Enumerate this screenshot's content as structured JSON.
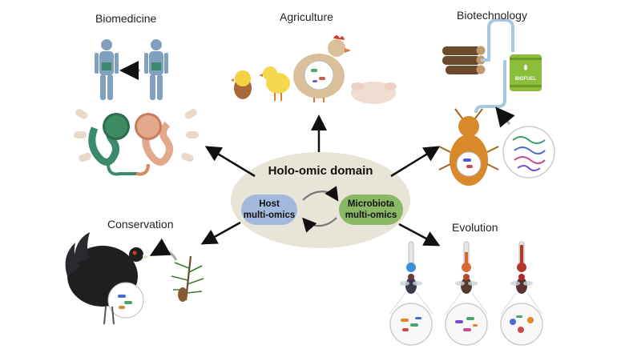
{
  "center": {
    "title": "Holo-omic domain",
    "host": [
      "Host",
      "multi-omics"
    ],
    "microbiota": [
      "Microbiota",
      "multi-omics"
    ]
  },
  "domains": {
    "biomedicine": "Biomedicine",
    "agriculture": "Agriculture",
    "biotechnology": "Biotechnology",
    "conservation": "Conservation",
    "evolution": "Evolution"
  },
  "biofuel_label": "BIOFUEL",
  "colors": {
    "ellipse": "#e9e4d8",
    "host_pill": "#a3b8dd",
    "microbiota_pill": "#8bb865",
    "human_body": "#7fa0bf",
    "gut_healthy": "#3b8a6b",
    "gut_inflamed": "#e3a98c",
    "barrel": "#8bbf3a",
    "beetle": "#d9892a",
    "thermometer_cold": "#3b8fd6",
    "thermometer_warm": "#d66a35",
    "thermometer_hot": "#b33a2a"
  }
}
